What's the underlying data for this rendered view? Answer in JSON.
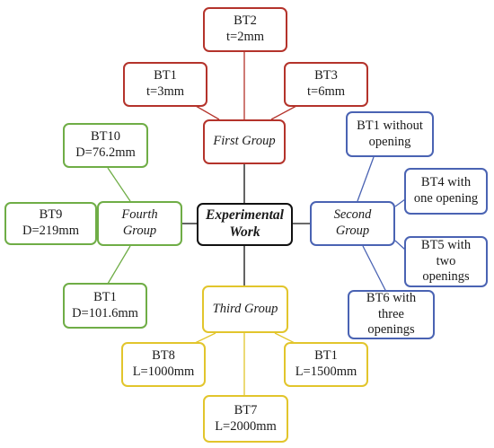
{
  "colors": {
    "center": "#111111",
    "first_group": "#b4332b",
    "second_group": "#4a63b3",
    "third_group": "#e2c52c",
    "fourth_group": "#6fad46"
  },
  "center": {
    "line1": "Experimental",
    "line2": "Work"
  },
  "first_group": {
    "label": "First Group",
    "items": [
      {
        "name": "BT2",
        "value": "t=2mm"
      },
      {
        "name": "BT1",
        "value": "t=3mm"
      },
      {
        "name": "BT3",
        "value": "t=6mm"
      }
    ]
  },
  "second_group": {
    "label_line1": "Second",
    "label_line2": "Group",
    "items": [
      {
        "line1": "BT1 without",
        "line2": "opening"
      },
      {
        "line1": "BT4 with",
        "line2": "one opening"
      },
      {
        "line1": "BT5 with",
        "line2": "two",
        "line3": "openings"
      },
      {
        "line1": "BT6 with",
        "line2": "three",
        "line3": "openings"
      }
    ]
  },
  "third_group": {
    "label": "Third Group",
    "items": [
      {
        "name": "BT8",
        "value": "L=1000mm"
      },
      {
        "name": "BT1",
        "value": "L=1500mm"
      },
      {
        "name": "BT7",
        "value": "L=2000mm"
      }
    ]
  },
  "fourth_group": {
    "label_line1": "Fourth",
    "label_line2": "Group",
    "items": [
      {
        "name": "BT10",
        "value": "D=76.2mm"
      },
      {
        "name": "BT9",
        "value": "D=219mm"
      },
      {
        "name": "BT1",
        "value": "D=101.6mm"
      }
    ]
  }
}
